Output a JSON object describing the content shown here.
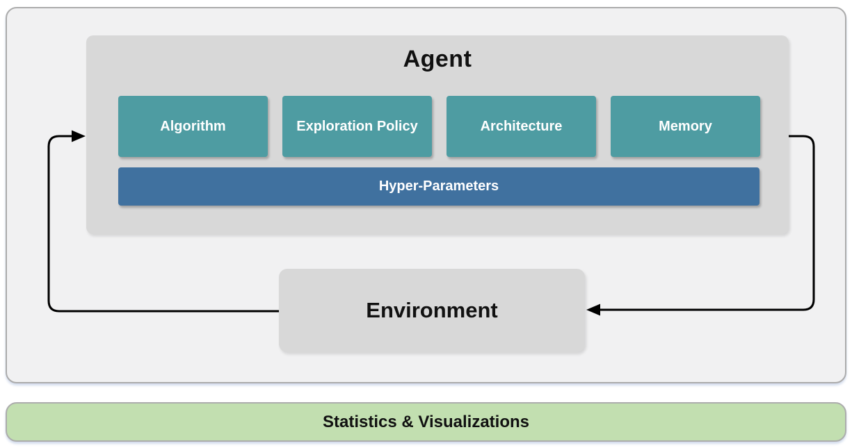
{
  "agent": {
    "title": "Agent",
    "components": [
      {
        "label": "Algorithm"
      },
      {
        "label": "Exploration Policy"
      },
      {
        "label": "Architecture"
      },
      {
        "label": "Memory"
      }
    ],
    "hyper_parameters_label": "Hyper-Parameters"
  },
  "environment": {
    "label": "Environment"
  },
  "statistics": {
    "label": "Statistics & Visualizations"
  },
  "colors": {
    "teal": "#4E9CA2",
    "blue": "#40719F",
    "agent-bg": "#D8D8D8",
    "panel-bg": "#F1F1F2",
    "green": "#C2DFB0",
    "arrow": "#000000"
  }
}
